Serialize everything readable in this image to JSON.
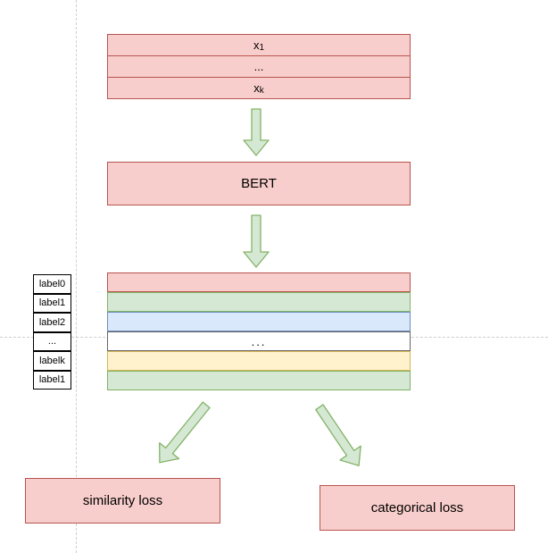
{
  "diagram": {
    "input_box": {
      "rows": [
        {
          "base": "x",
          "sub": "1"
        },
        {
          "base": "...",
          "sub": ""
        },
        {
          "base": "x",
          "sub": "k"
        }
      ]
    },
    "bert_label": "BERT",
    "label_column": [
      "label0",
      "label1",
      "label2",
      "...",
      "labelk",
      "label1"
    ],
    "embedding_rows": [
      {
        "text": "",
        "fill": "#f8cecc",
        "stroke": "#b85450"
      },
      {
        "text": "",
        "fill": "#d5e8d4",
        "stroke": "#82b366"
      },
      {
        "text": "",
        "fill": "#dae8fc",
        "stroke": "#6c8ebf"
      },
      {
        "text": "...",
        "fill": "#ffffff",
        "stroke": "#666666"
      },
      {
        "text": "",
        "fill": "#fff2cc",
        "stroke": "#d6b656"
      },
      {
        "text": "",
        "fill": "#d5e8d4",
        "stroke": "#82b366"
      }
    ],
    "loss_boxes": {
      "left_label": "similarity loss",
      "right_label": "categorical loss"
    },
    "colors": {
      "box_fill": "#f8cecc",
      "box_stroke": "#b85450",
      "arrow_fill": "#d5e8d4",
      "arrow_stroke": "#82b366",
      "label_stroke": "#000000",
      "guide": "#cfcfcf"
    }
  }
}
